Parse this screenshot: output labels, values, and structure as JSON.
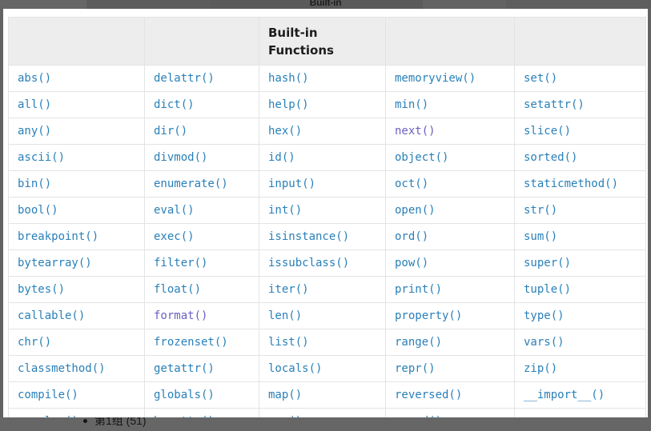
{
  "window": {
    "top_bar_title": "Built-in",
    "bottom_list_item": "第1组 (51)"
  },
  "table": {
    "headers": [
      "",
      "",
      "Built-in Functions",
      "",
      ""
    ],
    "rows": [
      [
        "abs()",
        "delattr()",
        "hash()",
        "memoryview()",
        "set()"
      ],
      [
        "all()",
        "dict()",
        "help()",
        "min()",
        "setattr()"
      ],
      [
        "any()",
        "dir()",
        "hex()",
        "next()",
        "slice()"
      ],
      [
        "ascii()",
        "divmod()",
        "id()",
        "object()",
        "sorted()"
      ],
      [
        "bin()",
        "enumerate()",
        "input()",
        "oct()",
        "staticmethod()"
      ],
      [
        "bool()",
        "eval()",
        "int()",
        "open()",
        "str()"
      ],
      [
        "breakpoint()",
        "exec()",
        "isinstance()",
        "ord()",
        "sum()"
      ],
      [
        "bytearray()",
        "filter()",
        "issubclass()",
        "pow()",
        "super()"
      ],
      [
        "bytes()",
        "float()",
        "iter()",
        "print()",
        "tuple()"
      ],
      [
        "callable()",
        "format()",
        "len()",
        "property()",
        "type()"
      ],
      [
        "chr()",
        "frozenset()",
        "list()",
        "range()",
        "vars()"
      ],
      [
        "classmethod()",
        "getattr()",
        "locals()",
        "repr()",
        "zip()"
      ],
      [
        "compile()",
        "globals()",
        "map()",
        "reversed()",
        "__import__()"
      ],
      [
        "complex()",
        "hasattr()",
        "max()",
        "round()",
        ""
      ]
    ],
    "visited_links": [
      "format()",
      "next()"
    ],
    "underlined_links": [
      "__import__()"
    ]
  },
  "colors": {
    "link": "#2980b9",
    "visited_link": "#6b5fc0",
    "header_bg": "#ededed",
    "border": "#e1e4e5",
    "chrome_gray": "#636363",
    "page_bg": "#ffffff"
  }
}
